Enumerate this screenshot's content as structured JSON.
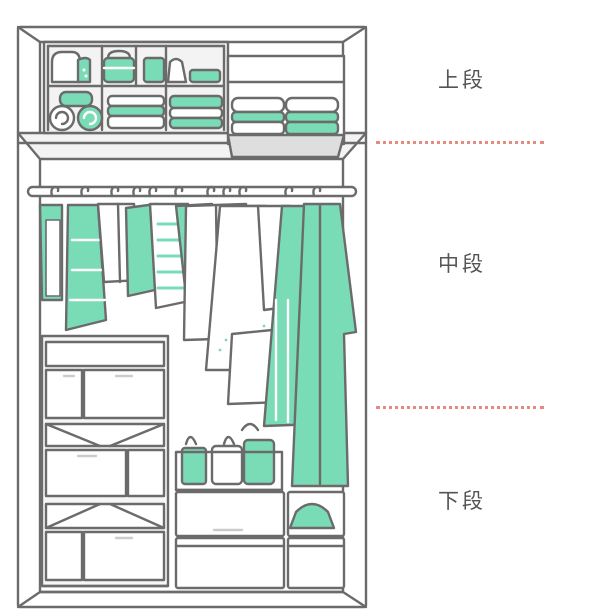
{
  "sections": {
    "top": "上段",
    "middle": "中段",
    "bottom": "下段"
  },
  "colors": {
    "outline": "#6b6b6b",
    "accent": "#79dcb7",
    "accent_dark": "#5fc9a3",
    "panel": "#f2f2f2",
    "divider": "#e58a7f"
  }
}
